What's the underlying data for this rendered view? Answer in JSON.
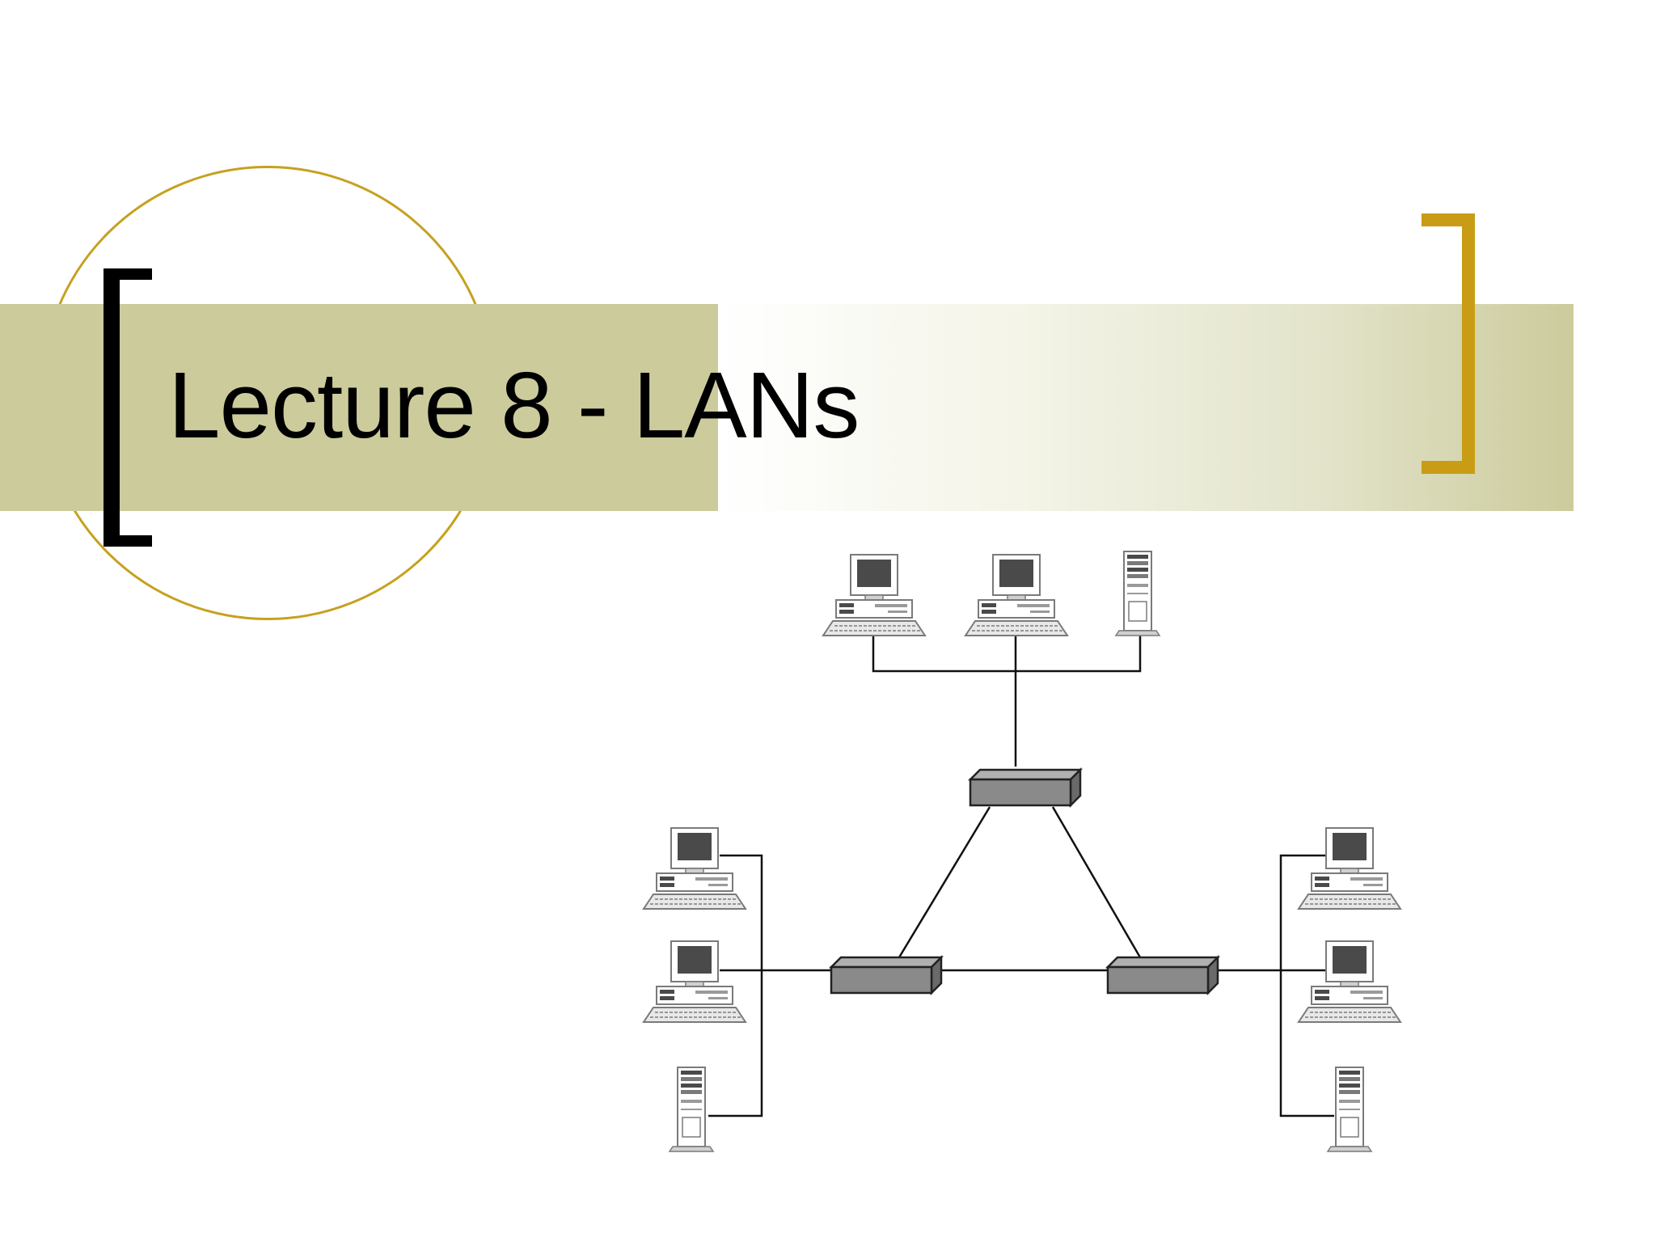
{
  "slide": {
    "title": "Lecture 8 - LANs"
  },
  "colors": {
    "band": "#cccb9c",
    "circle": "#c6a11f",
    "bracket_left": "#000000",
    "bracket_right": "#c89d15",
    "device_fill": "#8a8a8a"
  },
  "diagram": {
    "icons": {
      "pc": "desktop-computer-icon",
      "server": "tower-server-icon",
      "switch": "network-switch-icon"
    },
    "switches": [
      "top-switch",
      "left-switch",
      "right-switch"
    ],
    "groups": [
      {
        "name": "top-group",
        "switch": "top-switch",
        "devices": [
          "pc",
          "pc",
          "server"
        ]
      },
      {
        "name": "left-group",
        "switch": "left-switch",
        "devices": [
          "pc",
          "pc",
          "server"
        ]
      },
      {
        "name": "right-group",
        "switch": "right-switch",
        "devices": [
          "pc",
          "pc",
          "server"
        ]
      }
    ],
    "links": [
      [
        "top-switch",
        "left-switch"
      ],
      [
        "top-switch",
        "right-switch"
      ],
      [
        "left-switch",
        "right-switch"
      ]
    ]
  }
}
